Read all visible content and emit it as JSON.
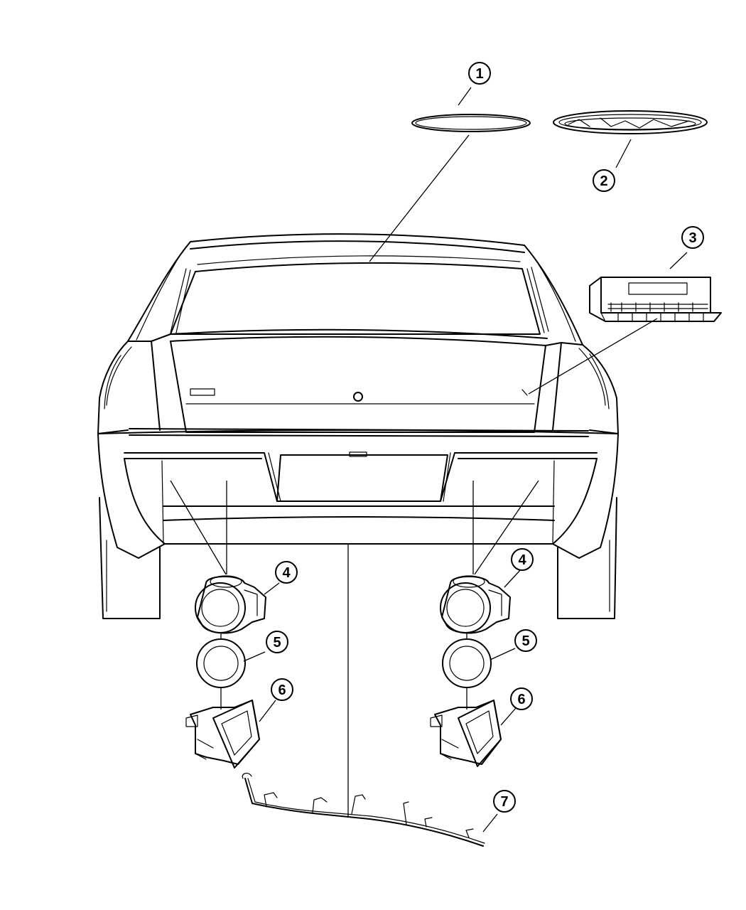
{
  "callouts": [
    {
      "number": "1"
    },
    {
      "number": "2"
    },
    {
      "number": "3"
    },
    {
      "number": "4"
    },
    {
      "number": "4"
    },
    {
      "number": "5"
    },
    {
      "number": "5"
    },
    {
      "number": "6"
    },
    {
      "number": "6"
    },
    {
      "number": "7"
    }
  ]
}
